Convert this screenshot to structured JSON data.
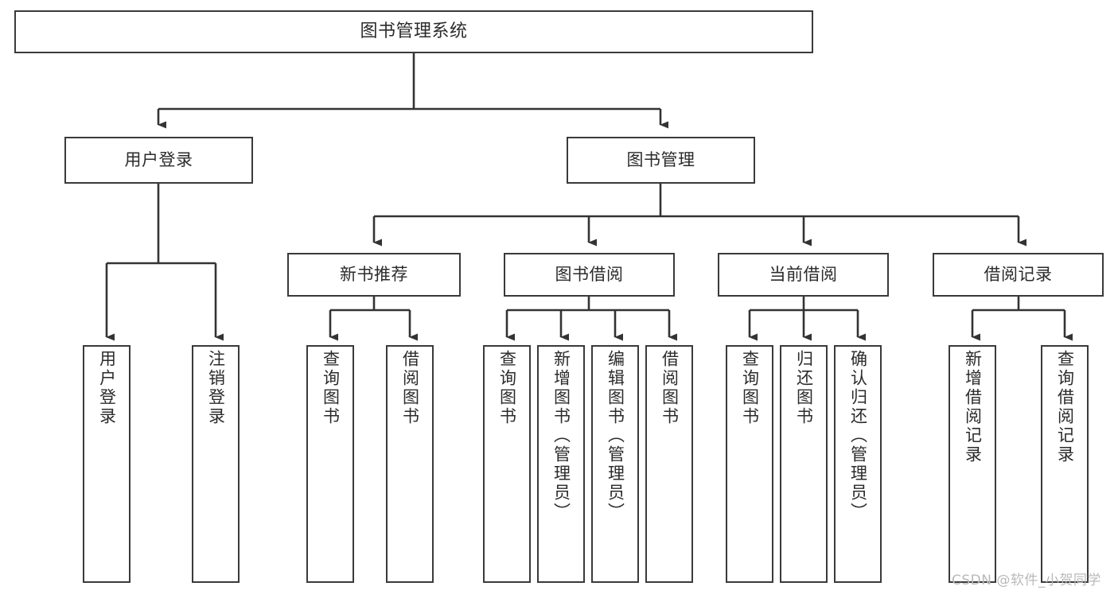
{
  "diagram": {
    "title": "图书管理系统",
    "type": "tree-hierarchy",
    "watermark": "CSDN @软件_小贺同学",
    "colors": {
      "background": "#ffffff",
      "box_border": "#3a3a3a",
      "box_fill": "#ffffff",
      "text": "#2b2b2b",
      "connector": "#333333",
      "watermark": "#b9b9b9"
    },
    "root": {
      "label": "图书管理系统"
    },
    "level2": [
      {
        "label": "用户登录"
      },
      {
        "label": "图书管理"
      }
    ],
    "level3": [
      {
        "label": "新书推荐"
      },
      {
        "label": "图书借阅"
      },
      {
        "label": "当前借阅"
      },
      {
        "label": "借阅记录"
      }
    ],
    "leaves": {
      "user_login": [
        {
          "label": "用户登录"
        },
        {
          "label": "注销登录"
        }
      ],
      "new_book_recommend": [
        {
          "label": "查询图书"
        },
        {
          "label": "借阅图书"
        }
      ],
      "book_borrow": [
        {
          "label": "查询图书"
        },
        {
          "label": "新增图书（管理员）"
        },
        {
          "label": "编辑图书（管理员）"
        },
        {
          "label": "借阅图书"
        }
      ],
      "current_borrow": [
        {
          "label": "查询图书"
        },
        {
          "label": "归还图书"
        },
        {
          "label": "确认归还（管理员）"
        }
      ],
      "borrow_records": [
        {
          "label": "新增借阅记录"
        },
        {
          "label": "查询借阅记录"
        }
      ]
    }
  }
}
